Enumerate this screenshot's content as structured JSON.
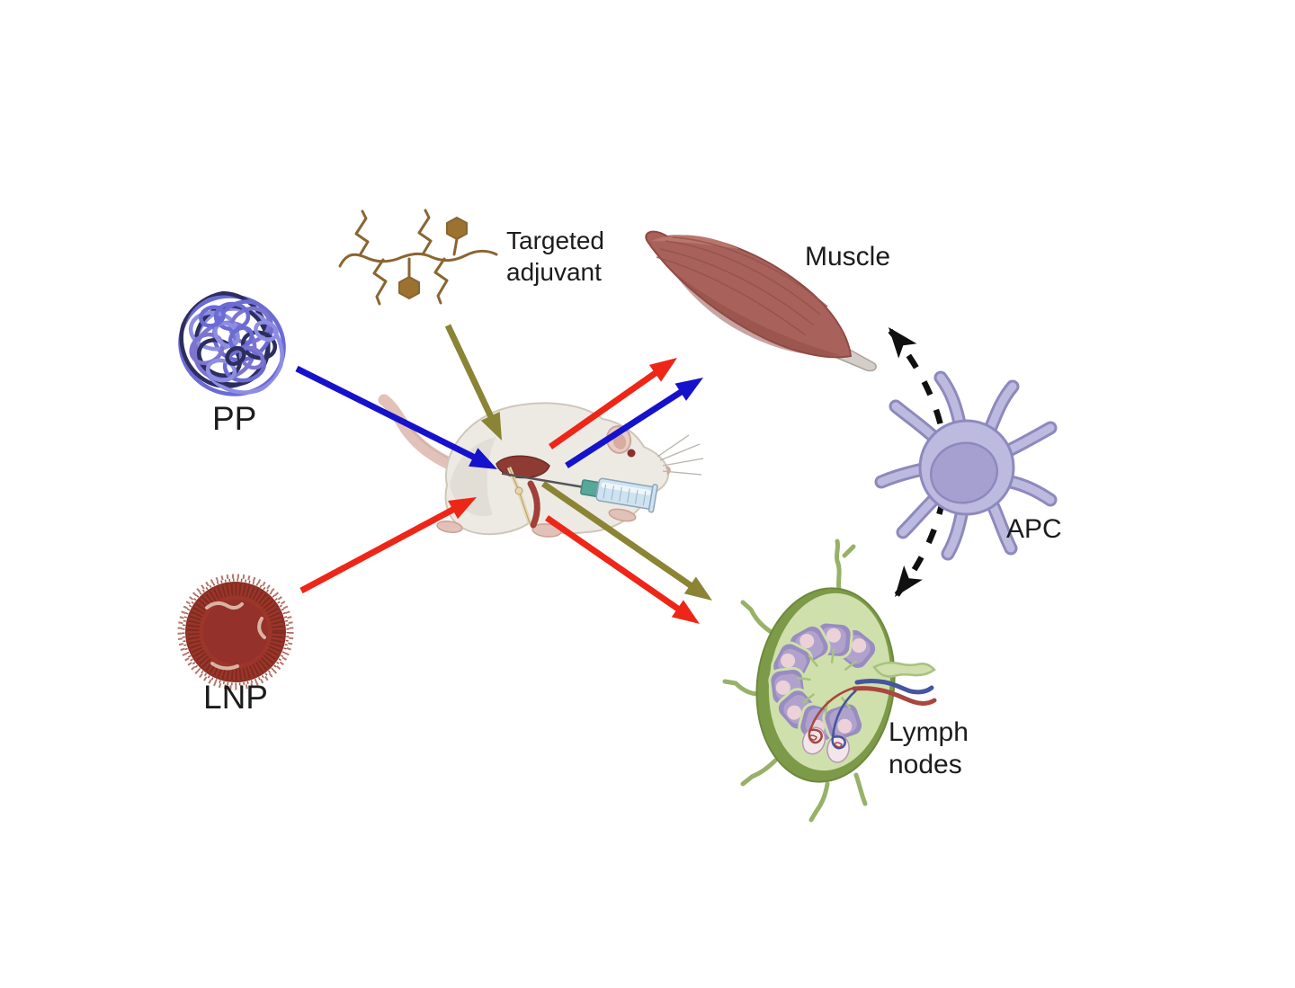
{
  "figure": {
    "title_hint": "Vaccine carrier biodistribution diagram",
    "labels": {
      "targeted_adjuvant": {
        "line1": "Targeted",
        "line2": "adjuvant"
      },
      "pp": "PP",
      "lnp": "LNP",
      "muscle": "Muscle",
      "apc": "APC",
      "lymph_nodes": {
        "line1": "Lymph",
        "line2": "nodes"
      }
    },
    "colors": {
      "background": "#ffffff",
      "label_text": "#1c1c1c",
      "arrow_blue": "#1612cb",
      "arrow_red": "#ee2617",
      "arrow_olive": "#8b8434",
      "arrow_dashed_black": "#101010",
      "pp_polymer": "#6b6bd4",
      "adjuvant_chain": "#8a6530",
      "lnp_body": "#9c352a",
      "mouse_body": "#edeae4",
      "muscle_body": "#a8625b",
      "apc_body": "#bdbae0",
      "lymph_capsule": "#cfe0ac",
      "lymph_rim": "#7d9a48",
      "lymph_lobule": "#988cc0"
    },
    "flows": [
      {
        "from": "PP",
        "to": "injection site",
        "style": "solid",
        "color": "blue"
      },
      {
        "from": "LNP",
        "to": "injection site",
        "style": "solid",
        "color": "red"
      },
      {
        "from": "Targeted adjuvant",
        "to": "injection site",
        "style": "solid",
        "color": "olive"
      },
      {
        "from": "injection site",
        "to": "Muscle",
        "style": "solid",
        "color": "red"
      },
      {
        "from": "injection site",
        "to": "Muscle",
        "style": "solid",
        "color": "blue"
      },
      {
        "from": "injection site",
        "to": "Lymph nodes",
        "style": "solid",
        "color": "olive"
      },
      {
        "from": "injection site",
        "to": "Lymph nodes",
        "style": "solid",
        "color": "red"
      },
      {
        "from": "APC",
        "to": "Muscle",
        "style": "dashed",
        "color": "black"
      },
      {
        "from": "APC",
        "to": "Lymph nodes",
        "style": "dashed",
        "color": "black"
      }
    ]
  }
}
